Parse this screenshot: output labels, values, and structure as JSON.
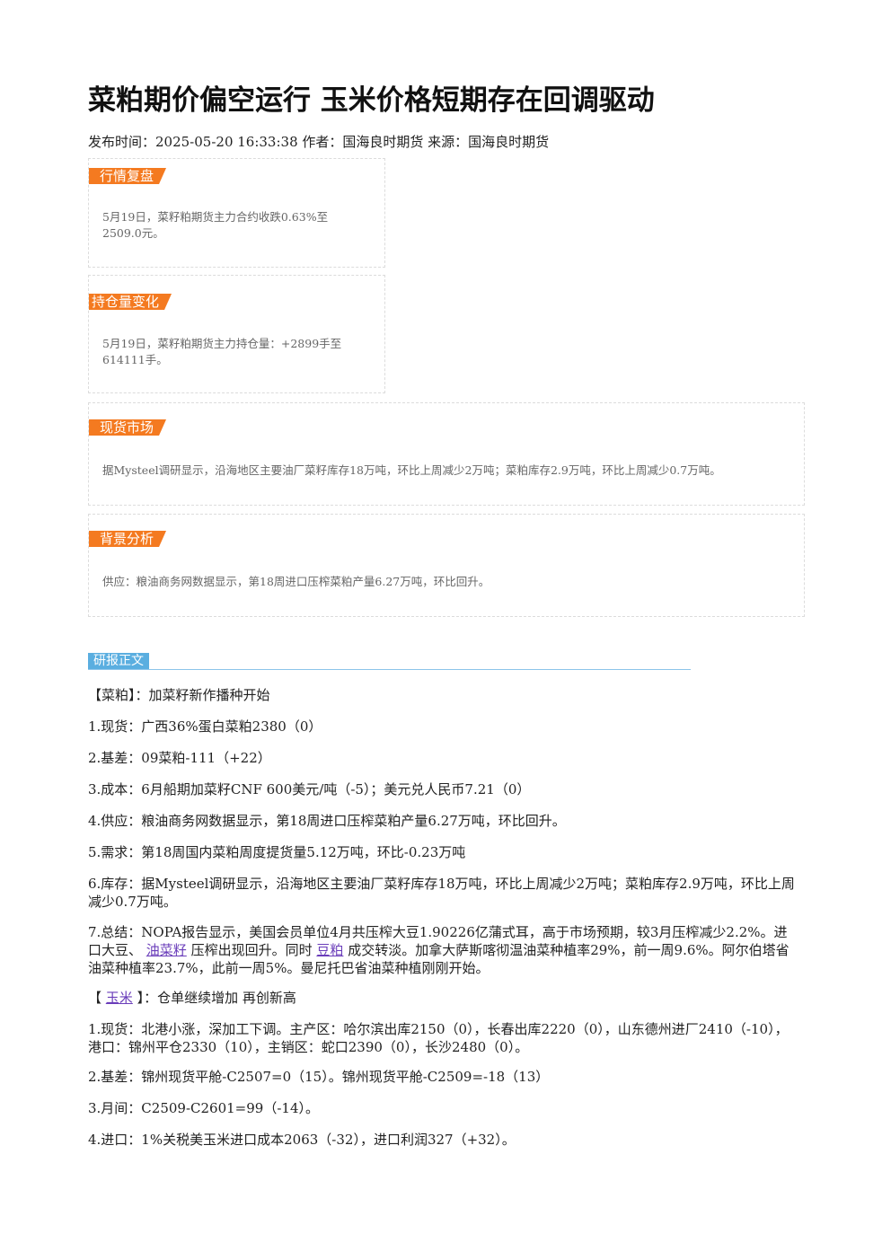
{
  "title": "菜粕期价偏空运行 玉米价格短期存在回调驱动",
  "meta": "发布时间：2025-05-20 16:33:38 作者：国海良时期货 来源：国海良时期货",
  "boxes": [
    {
      "tag": "行情复盘",
      "text": "5月19日，菜籽粕期货主力合约收跌0.63%至\n2509.0元。"
    },
    {
      "tag": "持仓量变化",
      "text": "5月19日，菜籽粕期货主力持仓量：+2899手至\n614111手。"
    },
    {
      "tag": "现货市场",
      "text": "据Mysteel调研显示，沿海地区主要油厂菜籽库存18万吨，环比上周减少2万吨；菜粕库存2.9万吨，环比上周减少0.7万吨。"
    },
    {
      "tag": "背景分析",
      "text": "供应：粮油商务网数据显示，第18周进口压榨菜粕产量6.27万吨，环比回升。"
    }
  ],
  "research_tag": "研报正文",
  "rapeseed": {
    "heading": "【菜粕】：加菜籽新作播种开始",
    "items": [
      "1.现货：广西36%蛋白菜粕2380（0）",
      "2.基差：09菜粕-111（+22）",
      "3.成本：6月船期加菜籽CNF 600美元/吨（-5）；美元兑人民币7.21（0）",
      "4.供应：粮油商务网数据显示，第18周进口压榨菜粕产量6.27万吨，环比回升。",
      "5.需求：第18周国内菜粕周度提货量5.12万吨，环比-0.23万吨",
      "6.库存：据Mysteel调研显示，沿海地区主要油厂菜籽库存18万吨，环比上周减少2万吨；菜粕库存2.9万吨，环比上周减少0.7万吨。"
    ],
    "summary_a": "7.总结：NOPA报告显示，美国会员单位4月共压榨大豆1.90226亿蒲式耳，高于市场预期，较3月压榨减少2.2%。进口大豆、",
    "summary_link1": "油菜籽",
    "summary_b": "压榨出现回升。同时",
    "summary_link2": "豆粕",
    "summary_c": "成交转淡。加拿大萨斯喀彻温油菜种植率29%，前一周9.6%。阿尔伯塔省油菜种植率23.7%，此前一周5%。曼尼托巴省油菜种植刚刚开始。"
  },
  "corn": {
    "heading_pre": "【",
    "heading_link": "玉米",
    "heading_post": "】：仓单继续增加 再创新高",
    "items": [
      "1.现货：北港小涨，深加工下调。主产区：哈尔滨出库2150（0），长春出库2220（0），山东德州进厂2410（-10），港口：锦州平仓2330（10），主销区：蛇口2390（0），长沙2480（0）。",
      "2.基差：锦州现货平舱-C2507=0（15）。锦州现货平舱-C2509=-18（13）",
      "3.月间：C2509-C2601=99（-14）。",
      "4.进口：1%关税美玉米进口成本2063（-32），进口利润327（+32）。"
    ]
  }
}
